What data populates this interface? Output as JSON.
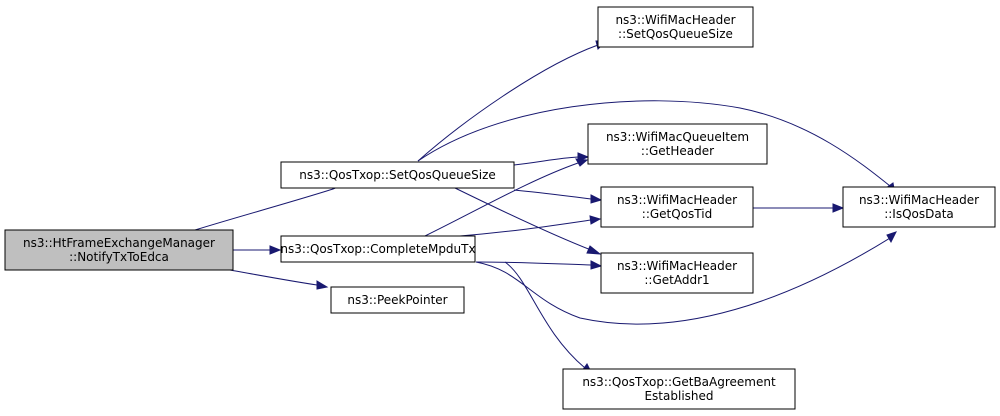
{
  "diagram": {
    "edge_color": "#191970",
    "node_fill": "#ffffff",
    "highlight_fill": "#bfbfbf",
    "nodes": [
      {
        "id": "notify",
        "lines": [
          "ns3::HtFrameExchangeManager",
          "::NotifyTxToEdca"
        ],
        "highlight": true
      },
      {
        "id": "setqos",
        "lines": [
          "ns3::QosTxop::SetQosQueueSize"
        ],
        "highlight": false
      },
      {
        "id": "complete",
        "lines": [
          "ns3::QosTxop::CompleteMpduTx"
        ],
        "highlight": false
      },
      {
        "id": "peek",
        "lines": [
          "ns3::PeekPointer"
        ],
        "highlight": false
      },
      {
        "id": "hdr_setqs",
        "lines": [
          "ns3::WifiMacHeader",
          "::SetQosQueueSize"
        ],
        "highlight": false
      },
      {
        "id": "gethdr",
        "lines": [
          "ns3::WifiMacQueueItem",
          "::GetHeader"
        ],
        "highlight": false
      },
      {
        "id": "gettid",
        "lines": [
          "ns3::WifiMacHeader",
          "::GetQosTid"
        ],
        "highlight": false
      },
      {
        "id": "getaddr",
        "lines": [
          "ns3::WifiMacHeader",
          "::GetAddr1"
        ],
        "highlight": false
      },
      {
        "id": "getba",
        "lines": [
          "ns3::QosTxop::GetBaAgreement",
          "Established"
        ],
        "highlight": false
      },
      {
        "id": "isqos",
        "lines": [
          "ns3::WifiMacHeader",
          "::IsQosData"
        ],
        "highlight": false
      }
    ],
    "edges": [
      {
        "from": "notify",
        "to": "setqos"
      },
      {
        "from": "notify",
        "to": "complete"
      },
      {
        "from": "notify",
        "to": "peek"
      },
      {
        "from": "setqos",
        "to": "hdr_setqs"
      },
      {
        "from": "setqos",
        "to": "isqos"
      },
      {
        "from": "setqos",
        "to": "gethdr"
      },
      {
        "from": "setqos",
        "to": "gettid"
      },
      {
        "from": "setqos",
        "to": "getaddr"
      },
      {
        "from": "complete",
        "to": "gethdr"
      },
      {
        "from": "complete",
        "to": "gettid"
      },
      {
        "from": "complete",
        "to": "getaddr"
      },
      {
        "from": "complete",
        "to": "isqos"
      },
      {
        "from": "complete",
        "to": "getba"
      },
      {
        "from": "gettid",
        "to": "isqos"
      }
    ]
  }
}
